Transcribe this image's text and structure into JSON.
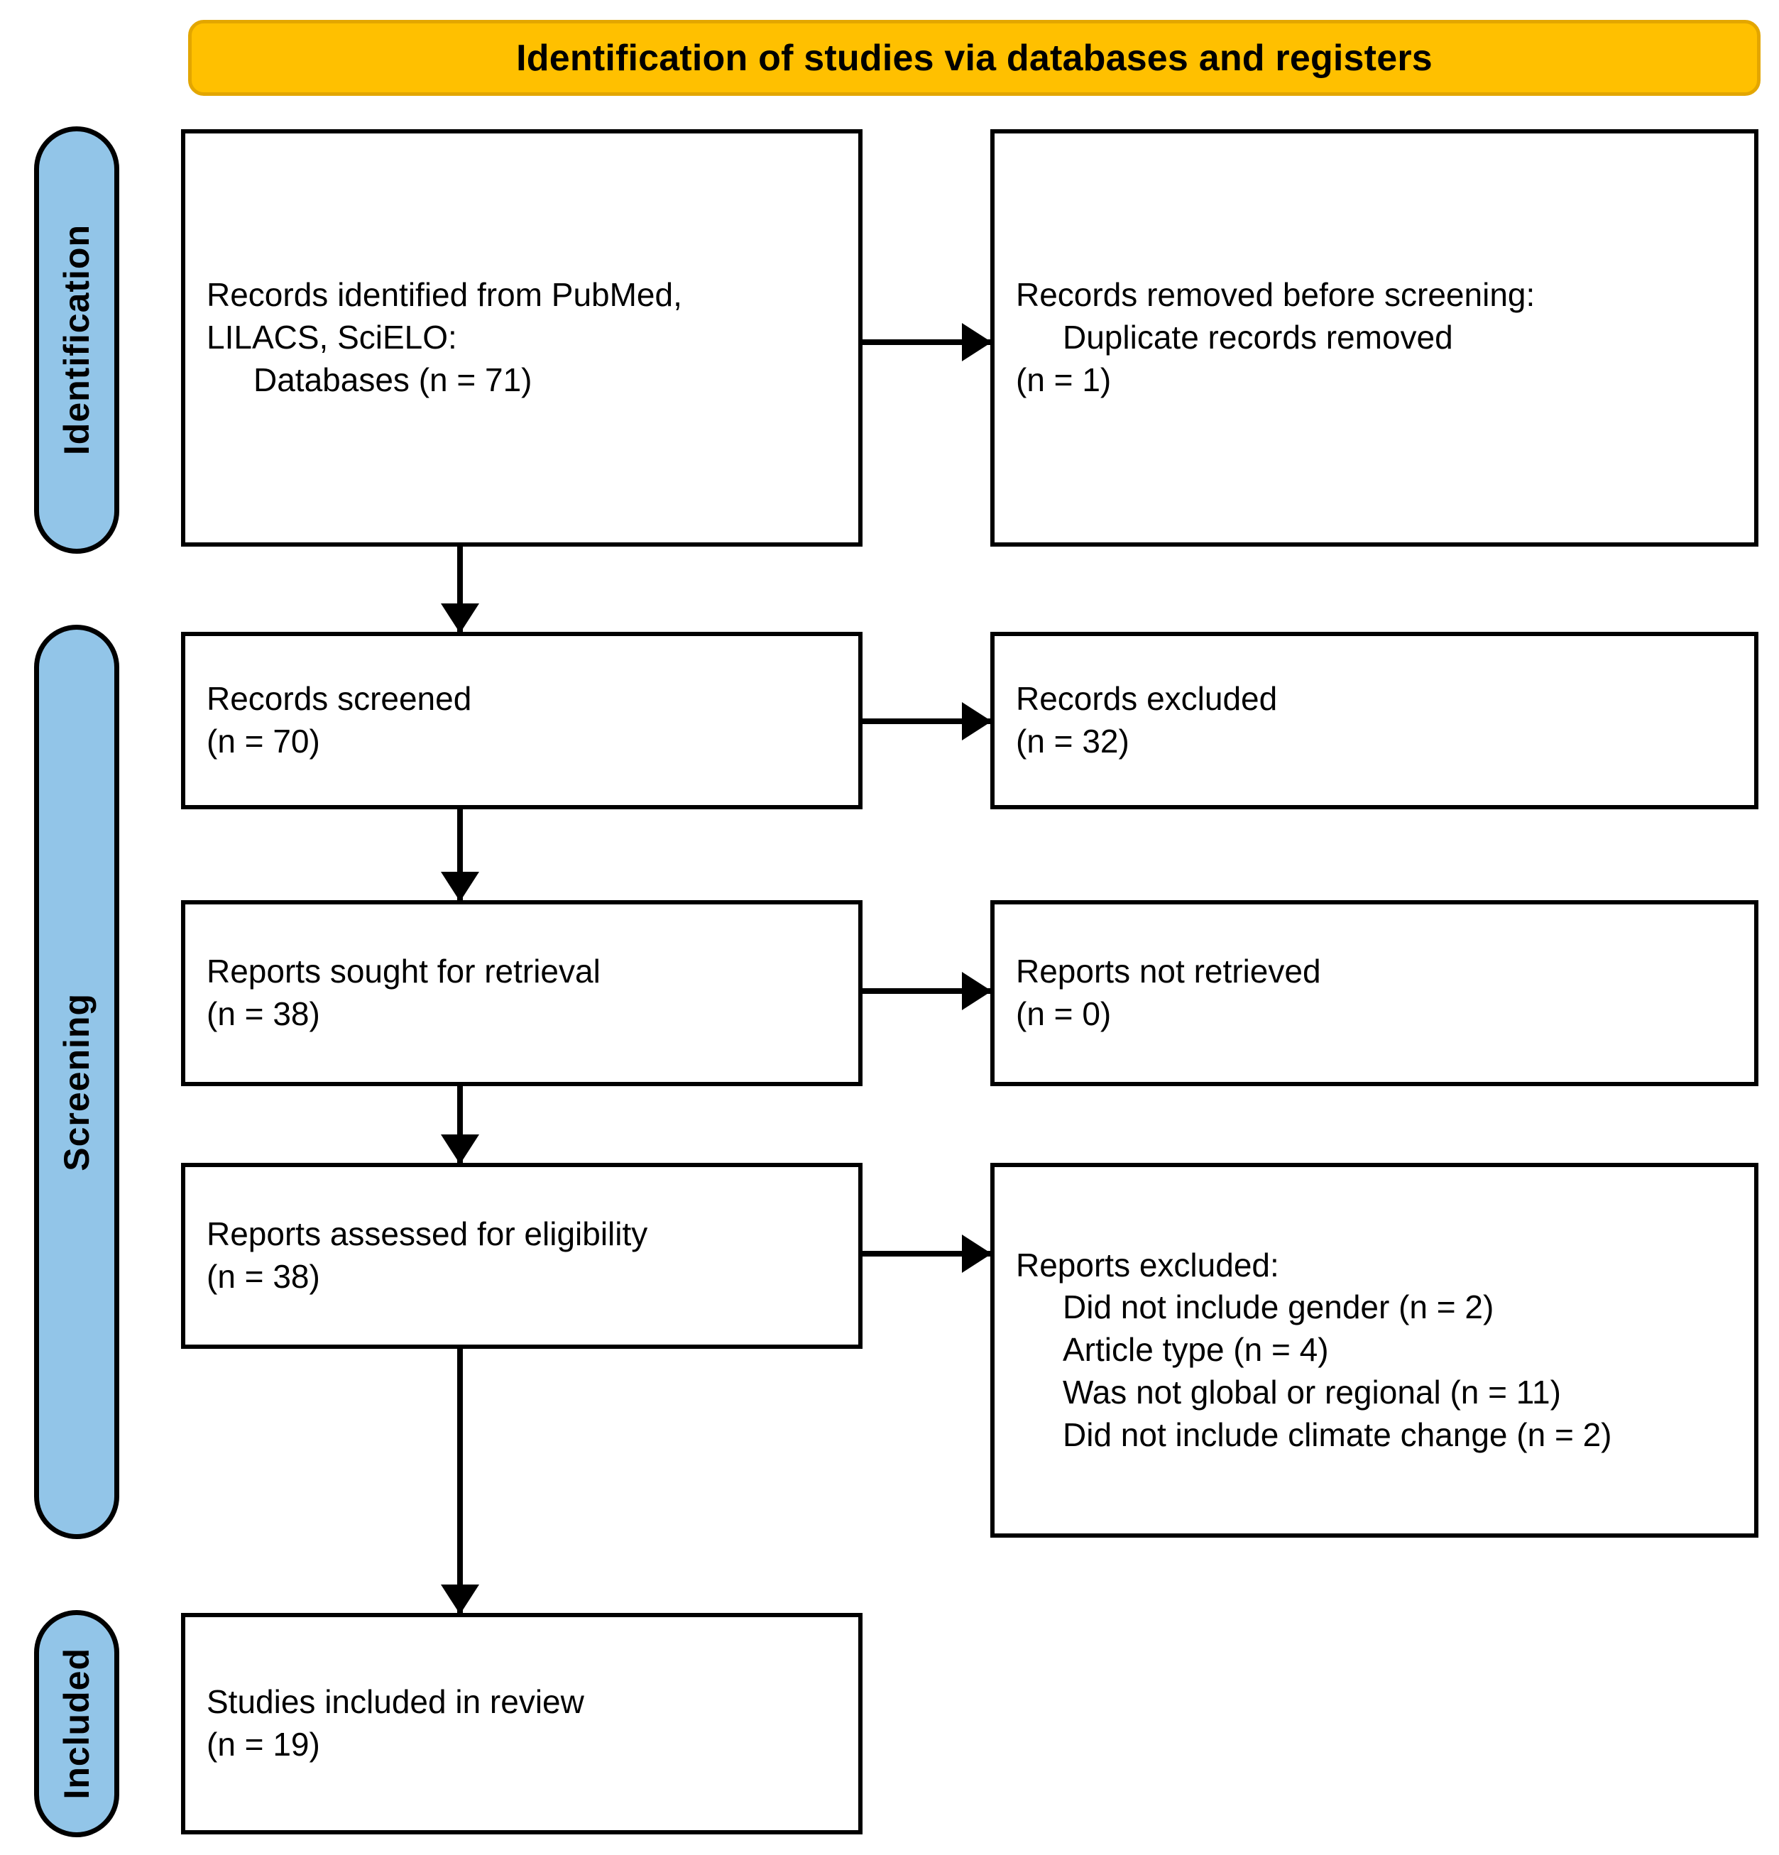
{
  "colors": {
    "banner_bg": "#FFC000",
    "banner_border": "#E3A600",
    "stage_bg": "#92C5E8",
    "box_border": "#000000",
    "text": "#000000"
  },
  "header": {
    "title": "Identification of studies via databases and registers"
  },
  "stages": [
    {
      "key": "identification",
      "label": "Identification"
    },
    {
      "key": "screening",
      "label": "Screening"
    },
    {
      "key": "included",
      "label": "Included"
    }
  ],
  "boxes": {
    "identified": {
      "lines": [
        "Records identified from PubMed,",
        "LILACS, SciELO:",
        "Databases (n = 71)"
      ]
    },
    "removed": {
      "lines": [
        "Records removed before screening:",
        "Duplicate records removed",
        "(n = 1)"
      ]
    },
    "screened": {
      "lines": [
        "Records screened",
        "(n = 70)"
      ]
    },
    "excluded": {
      "lines": [
        "Records excluded",
        "(n = 32)"
      ]
    },
    "sought": {
      "lines": [
        "Reports sought for retrieval",
        "(n = 38)"
      ]
    },
    "not_retrieved": {
      "lines": [
        "Reports not retrieved",
        "(n = 0)"
      ]
    },
    "assessed": {
      "lines": [
        "Reports assessed for eligibility",
        "(n = 38)"
      ]
    },
    "reports_excluded": {
      "lines": [
        "Reports excluded:",
        "Did not include gender (n = 2)",
        "Article type (n = 4)",
        "Was not global or regional (n = 11)",
        "Did not include climate change (n = 2)"
      ]
    },
    "included": {
      "lines": [
        "Studies included in review",
        "(n = 19)"
      ]
    }
  }
}
